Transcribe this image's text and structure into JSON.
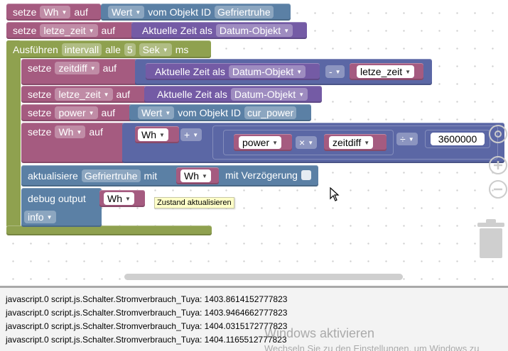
{
  "blocks": {
    "wh_set": {
      "setze": "setze",
      "var": "Wh",
      "auf": "auf",
      "wert": "Wert",
      "vom": "vom Objekt ID",
      "obj": "Gefriertruhe"
    },
    "letze_set": {
      "setze": "setze",
      "var": "letze_zeit",
      "auf": "auf",
      "label": "Aktuelle Zeit als",
      "format": "Datum-Objekt"
    },
    "interval": {
      "ausfuehren": "Ausführen",
      "name": "intervall",
      "alle": "alle",
      "value": "5",
      "unit": "Sek",
      "ms": "ms"
    },
    "zeitdiff": {
      "setze": "setze",
      "var": "zeitdiff",
      "auf": "auf",
      "label": "Aktuelle Zeit als",
      "format": "Datum-Objekt",
      "op": "-",
      "var2": "letze_zeit"
    },
    "letze2": {
      "setze": "setze",
      "var": "letze_zeit",
      "auf": "auf",
      "label": "Aktuelle Zeit als",
      "format": "Datum-Objekt"
    },
    "power": {
      "setze": "setze",
      "var": "power",
      "auf": "auf",
      "wert": "Wert",
      "vom": "vom Objekt ID",
      "obj": "cur_power"
    },
    "wh_calc": {
      "setze": "setze",
      "var": "Wh",
      "auf": "auf",
      "a": "Wh",
      "op1": "+",
      "b": "power",
      "op2": "×",
      "c": "zeitdiff",
      "op3": "÷",
      "d": "3600000"
    },
    "update": {
      "label": "aktualisiere",
      "obj": "Gefriertruhe",
      "mit": "mit",
      "var": "Wh",
      "delay": "mit Verzögerung"
    },
    "debug": {
      "label": "debug output",
      "var": "Wh",
      "level": "info"
    }
  },
  "tooltip": "Zustand aktualisieren",
  "log": [
    "javascript.0 script.js.Schalter.Stromverbrauch_Tuya: 1403.8614152777823",
    "javascript.0 script.js.Schalter.Stromverbrauch_Tuya: 1403.9464662777823",
    "javascript.0 script.js.Schalter.Stromverbrauch_Tuya: 1404.0315172777823",
    "javascript.0 script.js.Schalter.Stromverbrauch_Tuya: 1404.1165512777823"
  ],
  "watermark": {
    "title": "Windows aktivieren",
    "subtitle": "Wechseln Sie zu den Einstellungen, um Windows zu"
  },
  "icons": {
    "zoom_in": "plus-icon",
    "zoom_out": "minus-icon",
    "trash": "trash-icon",
    "dropdown": "▼"
  },
  "colors": {
    "variables": "#a55b80",
    "values": "#5b80a5",
    "time": "#745ba5",
    "timer": "#8fa14f",
    "math": "#5b67a5",
    "log_bg": "#f3f3f3"
  }
}
